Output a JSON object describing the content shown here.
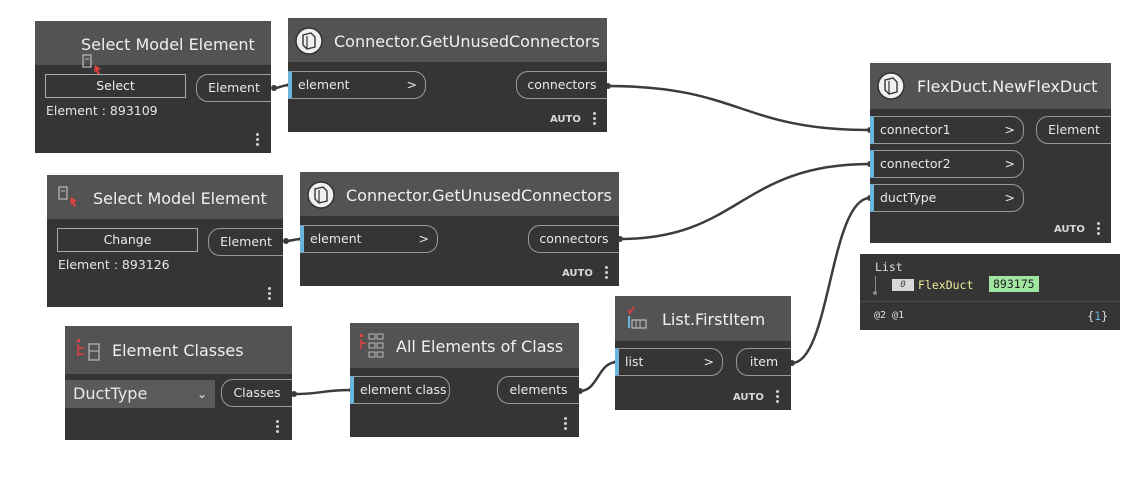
{
  "nodes": {
    "select1": {
      "title": "Select Model Element",
      "button": "Select",
      "info": "Element : 893109",
      "output": "Element"
    },
    "getc1": {
      "title": "Connector.GetUnusedConnectors",
      "input": "element",
      "output": "connectors",
      "lacing": "AUTO"
    },
    "select2": {
      "title": "Select Model Element",
      "button": "Change",
      "info": "Element : 893126",
      "output": "Element"
    },
    "getc2": {
      "title": "Connector.GetUnusedConnectors",
      "input": "element",
      "output": "connectors",
      "lacing": "AUTO"
    },
    "classes": {
      "title": "Element Classes",
      "selected": "DuctType",
      "output": "Classes"
    },
    "allclass": {
      "title": "All Elements of Class",
      "input": "element class",
      "output": "elements"
    },
    "firstitem": {
      "title": "List.FirstItem",
      "input": "list",
      "output": "item",
      "lacing": "AUTO"
    },
    "flexduct": {
      "title": "FlexDuct.NewFlexDuct",
      "inputs": [
        "connector1",
        "connector2",
        "ductType"
      ],
      "output": "Element",
      "lacing": "AUTO"
    }
  },
  "watch": {
    "header": "List",
    "index": "0",
    "type": "FlexDuct",
    "value": "893175",
    "levels": "@2 @1",
    "count_open": "{",
    "count": "1",
    "count_close": "}"
  },
  "icons": {
    "select": "select-element-icon",
    "connector": "connector-icon",
    "classes": "element-classes-icon",
    "allclass": "all-elements-icon",
    "list": "list-firstitem-icon",
    "flexduct": "flexduct-icon"
  },
  "colors": {
    "canvas": "#ffffff",
    "node_body": "#353535",
    "node_header": "#535353",
    "port_accent": "#6ab4e0",
    "wire": "#3c3c3c",
    "value_badge": "#a0e6a0"
  }
}
